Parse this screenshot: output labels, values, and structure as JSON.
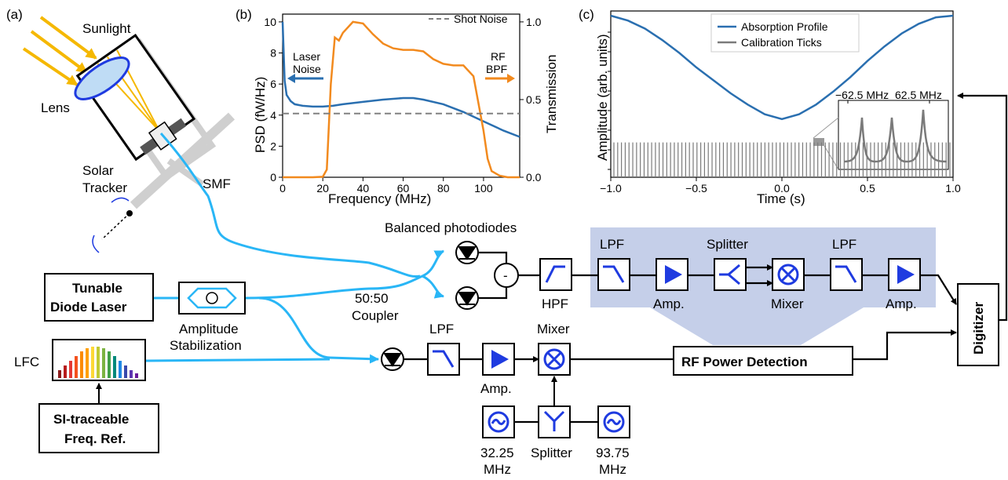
{
  "panels": {
    "a": "(a)",
    "b": "(b)",
    "c": "(c)"
  },
  "setup": {
    "sunlight": "Sunlight",
    "lens": "Lens",
    "solar_tracker": [
      "Solar",
      "Tracker"
    ],
    "smf": "SMF",
    "tunable_laser": [
      "Tunable",
      "Diode Laser"
    ],
    "amplitude_stabilization": [
      "Amplitude",
      "Stabilization"
    ],
    "lfc": "LFC",
    "freq_ref": [
      "SI-traceable",
      "Freq. Ref."
    ],
    "balanced_photodiodes": "Balanced photodiodes",
    "coupler": [
      "50:50",
      "Coupler"
    ],
    "minus": "-",
    "hpf": "HPF",
    "lpf": "LPF",
    "splitter": "Splitter",
    "amp": "Amp.",
    "mixer": "Mixer",
    "rf_power_detection": "RF Power Detection",
    "digitizer": "Digitizer",
    "freq1": [
      "32.25",
      "MHz"
    ],
    "freq2": [
      "93.75",
      "MHz"
    ]
  },
  "colors": {
    "fiber": "#29b6f6",
    "rf_highlight": "#c5cfe9",
    "component": "#1f3be0",
    "sun": "#f5b800"
  },
  "chart_data": [
    {
      "type": "line",
      "panel": "b",
      "xlabel": "Frequency (MHz)",
      "ylabel": "PSD (fW/Hz)",
      "y2label": "Transmission",
      "xlim": [
        0,
        118
      ],
      "ylim": [
        0,
        10.5
      ],
      "y2lim": [
        0,
        1.05
      ],
      "xticks": [
        "0",
        "20",
        "40",
        "60",
        "80",
        "100"
      ],
      "yticks": [
        "0",
        "2",
        "4",
        "6",
        "8",
        "10"
      ],
      "y2ticks": [
        "0.0",
        "0.5",
        "1.0"
      ],
      "legend": [
        "Shot Noise"
      ],
      "annotations": [
        [
          "Laser",
          "Noise"
        ],
        [
          "RF",
          "BPF"
        ]
      ],
      "series": [
        {
          "name": "PSD",
          "color": "#2a6fb0",
          "x": [
            0,
            1,
            2,
            4,
            6,
            10,
            15,
            20,
            25,
            30,
            40,
            50,
            60,
            65,
            70,
            80,
            90,
            95,
            100,
            110,
            118
          ],
          "y": [
            10,
            6.2,
            5.3,
            4.9,
            4.7,
            4.6,
            4.55,
            4.55,
            4.6,
            4.7,
            4.85,
            5.0,
            5.1,
            5.1,
            5.0,
            4.7,
            4.2,
            3.9,
            3.6,
            3.0,
            2.6
          ]
        },
        {
          "name": "Transmission",
          "axis": "right",
          "color": "#f28a1e",
          "x": [
            0,
            15,
            20,
            22,
            24,
            26,
            28,
            30,
            35,
            40,
            45,
            50,
            55,
            60,
            65,
            70,
            75,
            80,
            85,
            90,
            95,
            100,
            102,
            104,
            108,
            112,
            118
          ],
          "y": [
            0,
            0,
            0.003,
            0.05,
            0.6,
            0.9,
            0.88,
            0.93,
            1.0,
            0.99,
            0.92,
            0.86,
            0.83,
            0.82,
            0.82,
            0.81,
            0.76,
            0.73,
            0.72,
            0.72,
            0.65,
            0.3,
            0.12,
            0.04,
            0.01,
            0,
            0
          ]
        },
        {
          "name": "Shot Noise",
          "dashed": true,
          "color": "#808080",
          "x": [
            0,
            118
          ],
          "y": [
            4.1,
            4.1
          ]
        }
      ]
    },
    {
      "type": "line",
      "panel": "c",
      "xlabel": "Time (s)",
      "ylabel": "Amplitude (arb. units)",
      "xlim": [
        -1.0,
        1.0
      ],
      "xticks": [
        "−1.0",
        "−0.5",
        "0.0",
        "0.5",
        "1.0"
      ],
      "legend": [
        "Absorption Profile",
        "Calibration Ticks"
      ],
      "series": [
        {
          "name": "Absorption Profile",
          "color": "#2a6fb0",
          "x": [
            -1.0,
            -0.9,
            -0.8,
            -0.7,
            -0.6,
            -0.5,
            -0.4,
            -0.3,
            -0.2,
            -0.1,
            0.0,
            0.1,
            0.2,
            0.3,
            0.4,
            0.5,
            0.6,
            0.7,
            0.8,
            0.9,
            1.0
          ],
          "y": [
            1.0,
            0.97,
            0.92,
            0.85,
            0.77,
            0.68,
            0.6,
            0.52,
            0.45,
            0.39,
            0.36,
            0.39,
            0.45,
            0.53,
            0.62,
            0.72,
            0.81,
            0.89,
            0.95,
            0.99,
            1.0
          ]
        },
        {
          "name": "Calibration Ticks",
          "color": "#7a7a7a",
          "tick_count": 90,
          "height": 0.37
        }
      ],
      "inset": {
        "labels": [
          "−62.5 MHz",
          "62.5 MHz"
        ],
        "peaks": 3
      }
    }
  ]
}
